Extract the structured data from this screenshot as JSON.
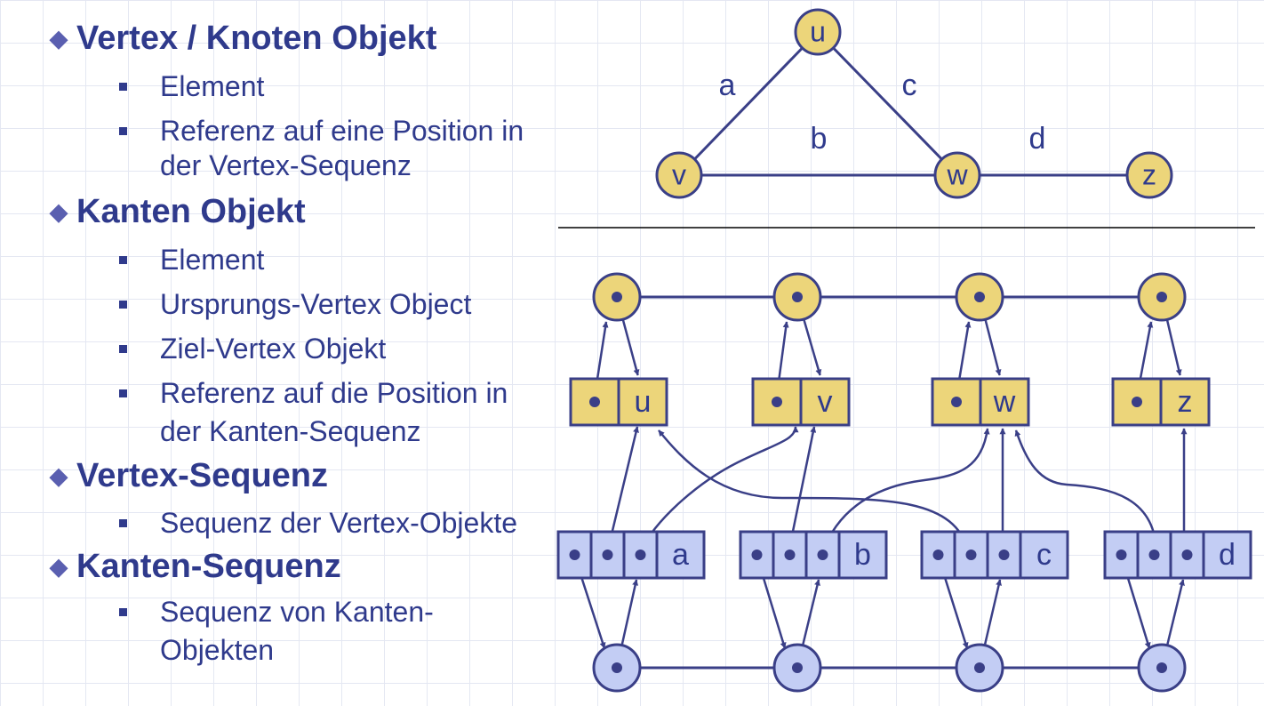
{
  "bullets": [
    {
      "title": "Vertex / Knoten Objekt",
      "items": [
        "Element",
        "Referenz auf eine Position in",
        "der Vertex-Sequenz"
      ]
    },
    {
      "title": "Kanten Objekt",
      "items": [
        "Element",
        "Ursprungs-Vertex Object",
        "Ziel-Vertex Objekt",
        "Referenz auf die Position in",
        "der Kanten-Sequenz"
      ]
    },
    {
      "title": "Vertex-Sequenz",
      "items": [
        "Sequenz der Vertex-Objekte"
      ]
    },
    {
      "title": "Kanten-Sequenz",
      "items": [
        "Sequenz von Kanten-",
        "Objekten"
      ]
    }
  ],
  "graph": {
    "vertices": [
      "u",
      "v",
      "w",
      "z"
    ],
    "edges": [
      {
        "label": "a",
        "from": "u",
        "to": "v"
      },
      {
        "label": "b",
        "from": "v",
        "to": "w"
      },
      {
        "label": "c",
        "from": "u",
        "to": "w"
      },
      {
        "label": "d",
        "from": "w",
        "to": "z"
      }
    ]
  },
  "structure": {
    "vertex_objects": [
      "u",
      "v",
      "w",
      "z"
    ],
    "edge_objects": [
      "a",
      "b",
      "c",
      "d"
    ]
  },
  "colors": {
    "text": "#2f3a8c",
    "vertex_fill": "#ecd57a",
    "edge_fill": "#c3cdf4",
    "line": "#3a3f87"
  }
}
